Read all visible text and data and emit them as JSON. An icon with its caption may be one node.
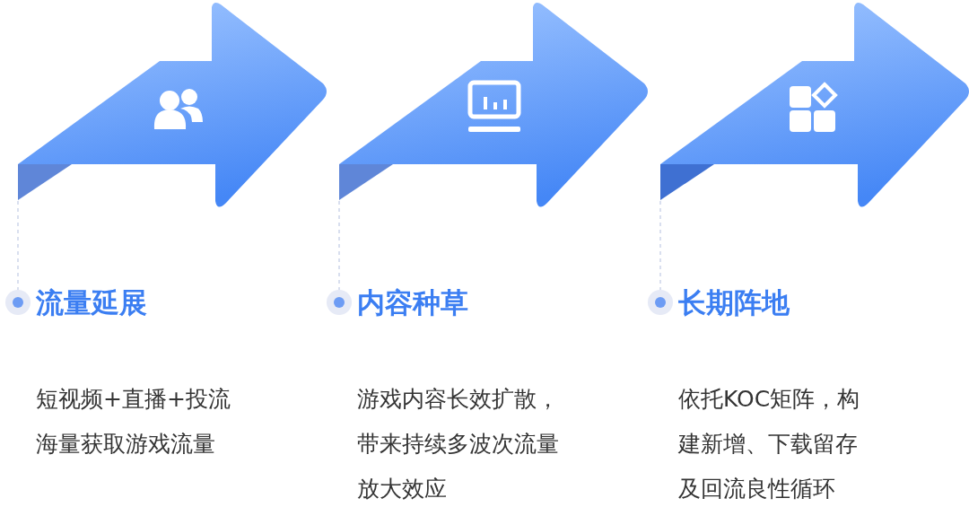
{
  "diagram": {
    "nodes": [
      {
        "text": [],
        "shape": "arrow"
      },
      {
        "text": [
          "流量延展",
          "短视频+直播+投流海量获取游戏流量"
        ]
      },
      {
        "text": [],
        "shape": "arrow"
      },
      {
        "text": [
          "内容种草",
          "游戏内容长效扩散，带来持续多波次流量放大效应"
        ]
      },
      {
        "text": [],
        "shape": "arrow"
      },
      {
        "text": [
          "长期阵地",
          "依托KOC矩阵，构建新增、下载留存及回流良性循环"
        ]
      }
    ],
    "edges": [
      {
        "from": 0,
        "to": 1,
        "arrow": "none",
        "style": "dashed"
      },
      {
        "from": 2,
        "to": 3,
        "arrow": "none",
        "style": "dashed"
      },
      {
        "from": 4,
        "to": 5,
        "arrow": "none",
        "style": "dashed"
      }
    ]
  }
}
